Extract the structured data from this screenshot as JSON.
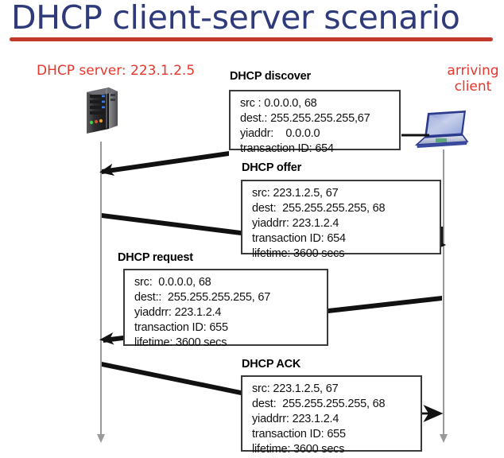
{
  "title": {
    "text": "DHCP client-server scenario",
    "color": "#2e3a7a",
    "underline_color": "#c0392b"
  },
  "endpoints": {
    "server": {
      "label": "DHCP server: 223.1.2.5",
      "color": "#e8362b",
      "icon": "server-tower-icon"
    },
    "client": {
      "label": "arriving client",
      "color": "#e8362b",
      "icon": "laptop-icon"
    }
  },
  "messages": [
    {
      "id": "discover",
      "title": "DHCP discover",
      "direction": "client-to-server",
      "lines": [
        "src : 0.0.0.0, 68",
        "dest.: 255.255.255.255,67",
        "yiaddr:    0.0.0.0",
        "transaction ID: 654"
      ]
    },
    {
      "id": "offer",
      "title": "DHCP offer",
      "direction": "server-to-client",
      "lines": [
        "src: 223.1.2.5, 67",
        "dest:  255.255.255.255, 68",
        "yiaddrr: 223.1.2.4",
        "transaction ID: 654",
        "lifetime: 3600 secs"
      ]
    },
    {
      "id": "request",
      "title": "DHCP request",
      "direction": "client-to-server",
      "lines": [
        "src:  0.0.0.0, 68",
        "dest::  255.255.255.255, 67",
        "yiaddrr: 223.1.2.4",
        "transaction ID: 655",
        "lifetime: 3600 secs"
      ]
    },
    {
      "id": "ack",
      "title": "DHCP ACK",
      "direction": "server-to-client",
      "lines": [
        "src: 223.1.2.5, 67",
        "dest:  255.255.255.255, 68",
        "yiaddrr: 223.1.2.4",
        "transaction ID: 655",
        "lifetime: 3600 secs"
      ]
    }
  ],
  "timelines": {
    "color": "#9a9a9a"
  }
}
